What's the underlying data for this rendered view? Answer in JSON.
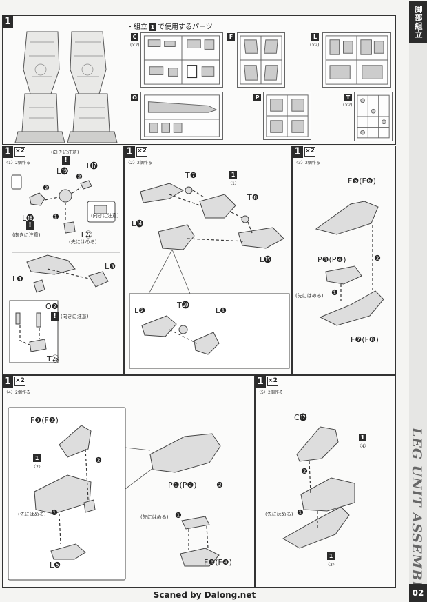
{
  "side_tab": "脚部組立",
  "side_title": "LEG UNIT ASSEMBLE",
  "page_number": "02",
  "credit": "Scaned by Dalong.net",
  "top": {
    "step": "1",
    "parts_heading": "・組立",
    "parts_heading_num": "1",
    "parts_heading_suffix": "で使用するパーツ",
    "runners": [
      {
        "letter": "C",
        "count": "(×2)"
      },
      {
        "letter": "F",
        "count": ""
      },
      {
        "letter": "L",
        "count": "(×2)"
      },
      {
        "letter": "O",
        "count": ""
      },
      {
        "letter": "P",
        "count": ""
      },
      {
        "letter": "T",
        "count": "(×2)"
      }
    ]
  },
  "steps": [
    {
      "num": "1",
      "mult": "×2",
      "sub": "〈1〉",
      "sub_note": "2個作る"
    },
    {
      "num": "1",
      "mult": "×2",
      "sub": "〈2〉",
      "sub_note": "2個作る"
    },
    {
      "num": "1",
      "mult": "×2",
      "sub": "〈3〉",
      "sub_note": "2個作る"
    },
    {
      "num": "1",
      "mult": "×2",
      "sub": "〈4〉",
      "sub_note": "2個作る"
    },
    {
      "num": "1",
      "mult": "×2",
      "sub": "〈5〉",
      "sub_note": "2個作る"
    }
  ],
  "s1": {
    "note_dir1": "(向きに注意)",
    "L19": "L⓳",
    "T17": "T⓱",
    "L18": "L⓲",
    "note_dir2": "(向きに注意)",
    "note_dir3": "(向きに注意)",
    "T22": "T㉒",
    "note_first": "(先にはめる)",
    "L3": "L❸",
    "L4": "L❹",
    "O2": "O❷",
    "note_dir4": "(向きに注意)",
    "T25": "T㉕",
    "arrow1": "❶",
    "arrow2": "❷"
  },
  "s2": {
    "T7": "T❼",
    "ref1": "1",
    "ref1_sub": "〈1〉",
    "T8": "T❽",
    "L14": "L⓮",
    "L15": "L⓯",
    "L2": "L❷",
    "T20": "T⓴",
    "L1": "L❶"
  },
  "s3": {
    "F5": "F❺(F❻)",
    "P3": "P❸(P❹)",
    "note_first": "(先にはめる)",
    "F7": "F❼(F❽)",
    "arrow1": "❶",
    "arrow2": "❷"
  },
  "s4": {
    "F1": "F❶(F❷)",
    "ref1": "1",
    "ref1_sub": "〈2〉",
    "note_first": "(先にはめる)",
    "L5": "L❺",
    "P1": "P❶(P❷)",
    "note_first2": "(先にはめる)",
    "F3": "F❸(F❹)",
    "arrow1": "❶",
    "arrow2": "❷"
  },
  "s5": {
    "C12": "C⓬",
    "ref1": "1",
    "ref1_sub": "〈4〉",
    "note_first": "(先にはめる)",
    "ref2": "1",
    "ref2_sub": "〈3〉",
    "arrow1": "❶",
    "arrow2": "❷"
  }
}
